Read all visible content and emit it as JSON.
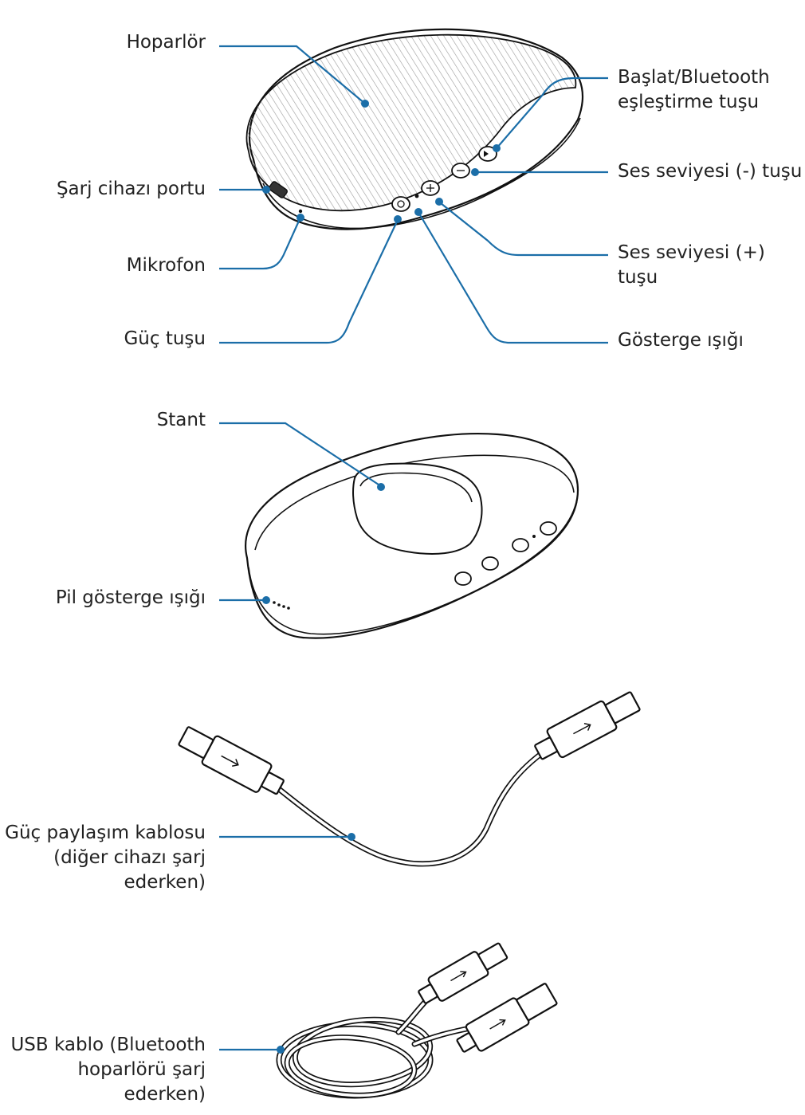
{
  "labels": {
    "hoparlor": "Hoparlör",
    "baslat": "Başlat/Bluetooth\neşleştirme tuşu",
    "sarj_portu": "Şarj cihazı portu",
    "ses_eksi": "Ses seviyesi (-) tuşu",
    "mikrofon": "Mikrofon",
    "ses_arti": "Ses seviyesi (+) tuşu",
    "guc_tusu": "Güç tuşu",
    "gosterge": "Gösterge ışığı",
    "stant": "Stant",
    "pil_gosterge": "Pil gösterge ışığı",
    "guc_kablosu": "Güç paylaşım kablosu\n(diğer cihazı şarj\nederken)",
    "usb_kablo": "USB kablo (Bluetooth\nhoparlörü şarj\nederken)"
  },
  "colors": {
    "leader": "#1b6ea8",
    "outline": "#111111",
    "text": "#222222"
  },
  "icons": [
    "usb-symbol-icon",
    "power-icon",
    "volume-up-icon",
    "volume-down-icon",
    "play-pause-icon"
  ]
}
